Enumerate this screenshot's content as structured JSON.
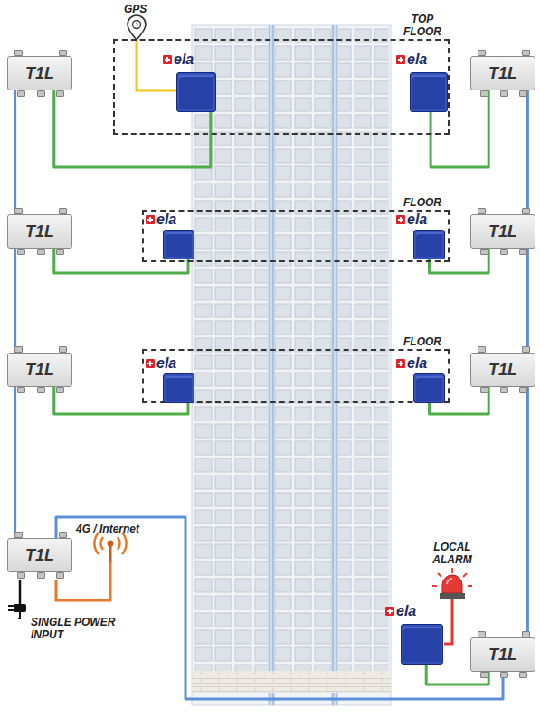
{
  "diagram": {
    "nodes": [
      {
        "text": [
          "TOP FLOOR"
        ]
      },
      {
        "text": [
          "ela"
        ],
        "in": 0
      },
      {
        "text": [
          "ela"
        ],
        "in": 0
      },
      {
        "text": [
          "T1L"
        ]
      },
      {
        "text": [
          "T1L"
        ]
      },
      {
        "text": [
          "FLOOR"
        ]
      },
      {
        "text": [
          "ela"
        ],
        "in": 5
      },
      {
        "text": [
          "ela"
        ],
        "in": 5
      },
      {
        "text": [
          "T1L"
        ]
      },
      {
        "text": [
          "T1L"
        ]
      },
      {
        "text": [
          "FLOOR"
        ]
      },
      {
        "text": [
          "ela"
        ],
        "in": 10
      },
      {
        "text": [
          "ela"
        ],
        "in": 10
      },
      {
        "text": [
          "T1L"
        ]
      },
      {
        "text": [
          "T1L"
        ]
      },
      {
        "text": [
          "T1L"
        ]
      },
      {
        "text": [
          "ela"
        ]
      },
      {
        "text": [
          "T1L"
        ]
      }
    ],
    "edges": [
      {
        "from": 3,
        "to": 1,
        "arrow": "none"
      },
      {
        "from": 4,
        "to": 2,
        "arrow": "none"
      },
      {
        "from": 3,
        "to": 8,
        "arrow": "none"
      },
      {
        "from": 4,
        "to": 9,
        "arrow": "none"
      },
      {
        "from": 8,
        "to": 6,
        "arrow": "none"
      },
      {
        "from": 9,
        "to": 7,
        "arrow": "none"
      },
      {
        "from": 8,
        "to": 13,
        "arrow": "none"
      },
      {
        "from": 9,
        "to": 14,
        "arrow": "none"
      },
      {
        "from": 13,
        "to": 11,
        "arrow": "none"
      },
      {
        "from": 14,
        "to": 12,
        "arrow": "none"
      },
      {
        "from": 13,
        "to": 15,
        "arrow": "none"
      },
      {
        "from": 14,
        "to": 17,
        "arrow": "none"
      },
      {
        "from": 15,
        "to": 17,
        "arrow": "none"
      },
      {
        "from": 17,
        "to": 16,
        "arrow": "none"
      }
    ],
    "labels": [
      "GPS",
      "4G / Internet",
      "LOCAL ALARM",
      "SINGLE POWER INPUT"
    ]
  }
}
